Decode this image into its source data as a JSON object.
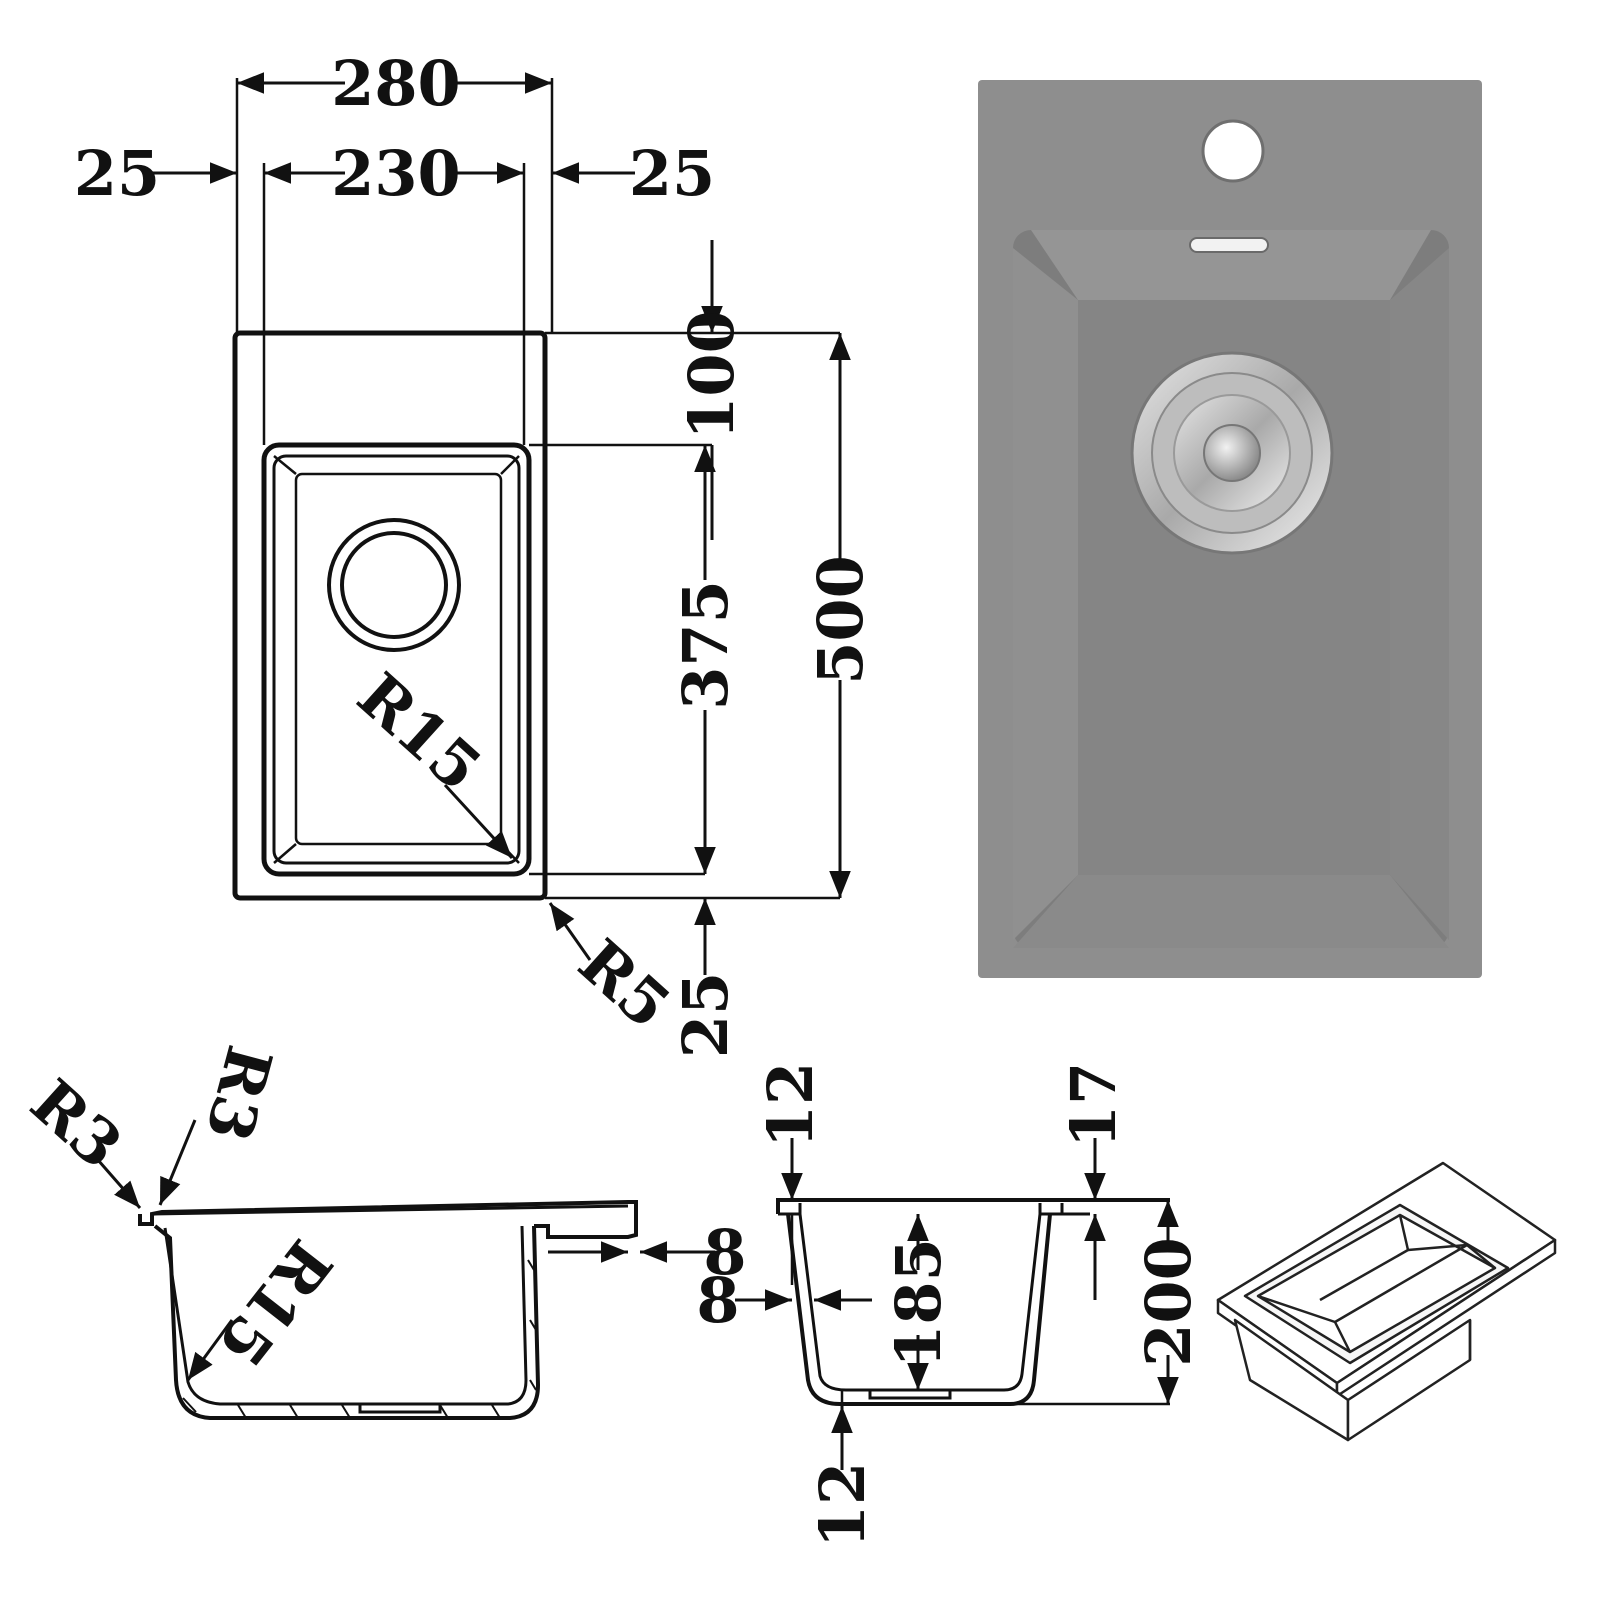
{
  "colors": {
    "line": "#111111",
    "sink_grey": "#8e8e8e",
    "sink_grey_dark": "#7a7a7a",
    "sink_grey_light": "#a3a3a3",
    "steel": "#c9c9c9"
  },
  "top_view": {
    "width_overall": "280",
    "width_bowl": "230",
    "margin_left": "25",
    "margin_right": "25",
    "length_overall": "500",
    "length_bowl": "375",
    "top_ledge": "100",
    "bottom_margin": "25",
    "bowl_radius": "R15",
    "outer_radius": "R5"
  },
  "side_view": {
    "rim_radius_left": "R3",
    "rim_radius_top": "R3",
    "bowl_radius": "R15",
    "ledge_thickness": "8"
  },
  "section_view": {
    "rim_thickness": "12",
    "ledge_offset": "17",
    "wall_thickness": "8",
    "bowl_depth": "185",
    "total_depth": "200",
    "bottom_thickness": "12"
  }
}
